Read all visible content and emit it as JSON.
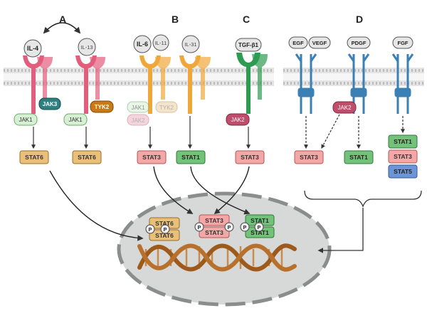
{
  "panels": {
    "a": "A",
    "b": "B",
    "c": "C",
    "d": "D"
  },
  "ligands": {
    "il4": "IL-4",
    "il13": "IL-13",
    "il6": "IL-6",
    "il11": "IL-11",
    "il31": "IL-31",
    "tgfb1": "TGF-β1",
    "egf": "EGF",
    "vegf": "VEGF",
    "pdgf": "PDGF",
    "fgf": "FGF"
  },
  "kinases": {
    "jak3": "JAK3",
    "tyk2_a": "TYK2",
    "jak1_a1": "JAK1",
    "jak1_a2": "JAK1",
    "jak1_b": "JAK1",
    "tyk2_b": "TYK2",
    "jak2_b": "JAK2",
    "jak2_c": "JAK2",
    "jak2_d": "JAK2"
  },
  "stats": {
    "a1": "STAT6",
    "a2": "STAT6",
    "b1": "STAT3",
    "b2": "STAT1",
    "c1": "STAT3",
    "d1": "STAT3",
    "d2": "STAT1",
    "d3_1": "STAT1",
    "d3_2": "STAT3",
    "d3_3": "STAT5"
  },
  "nucleus": {
    "dimer1_top": "STAT6",
    "dimer1_bottom": "STAT6",
    "dimer2_top": "STAT3",
    "dimer2_bottom": "STAT3",
    "dimer3_top": "STAT1",
    "dimer3_bottom": "STAT1",
    "phospho": "P"
  },
  "colors": {
    "il4_receptor": "#e35d7c",
    "il6_receptor": "#f0a73a",
    "tgf_receptor": "#2e9b52",
    "rtk_receptor": "#3b80b5",
    "stat6_fill": "#e8c07a",
    "stat3_fill": "#f4a7a7",
    "stat1_fill": "#72c27a",
    "stat5_fill": "#6d95d6",
    "jak1_fill": "#d7f0d3",
    "jak3_fill": "#2d7f80",
    "tyk2_fill": "#c87a14",
    "jak2_fill": "#c14d6c",
    "nucleus_fill": "#d6d9d7",
    "dna_brown": "#9e5a1a"
  }
}
